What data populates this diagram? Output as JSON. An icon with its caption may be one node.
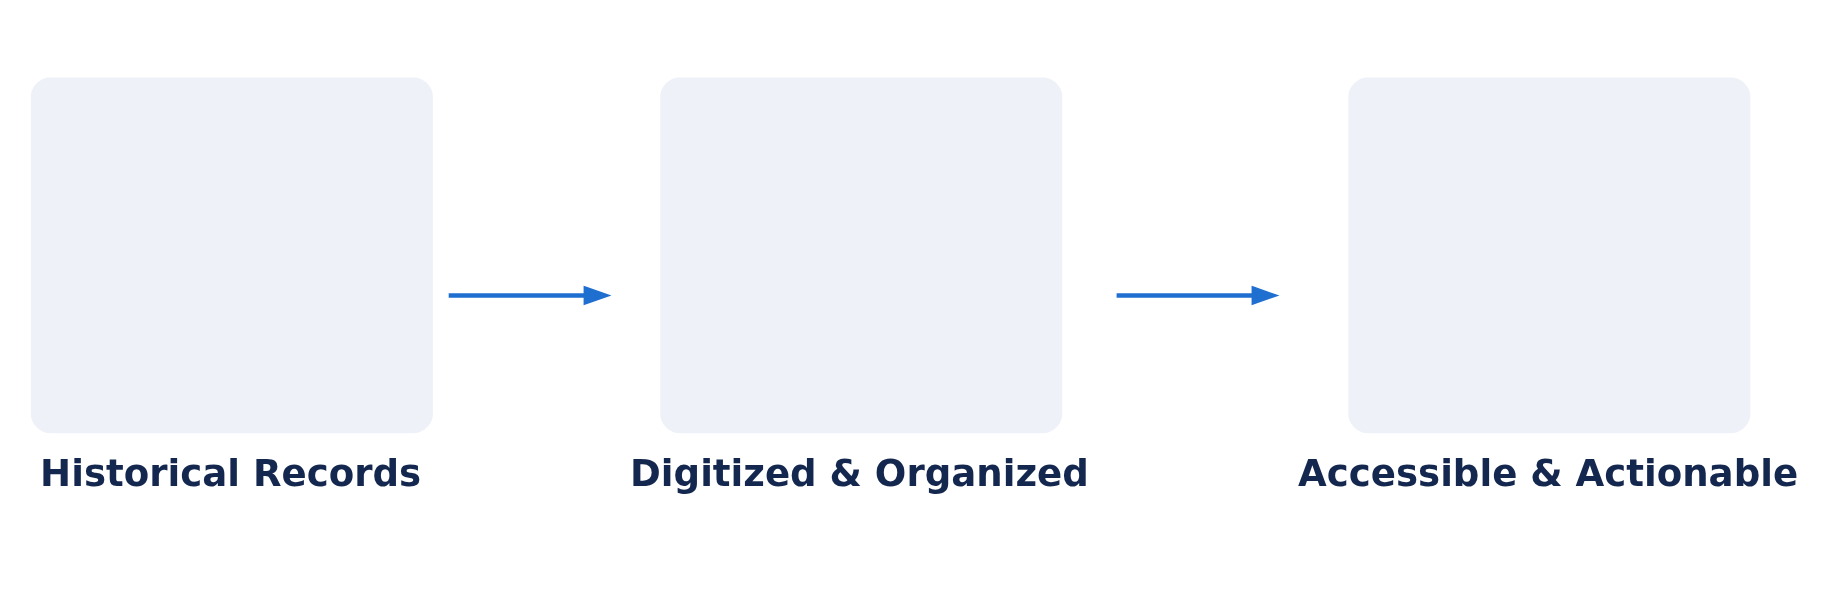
{
  "diagram": {
    "nodes": [
      {
        "text": [
          "Historical Records"
        ]
      },
      {
        "text": [
          "Digitized & Organized"
        ]
      },
      {
        "text": [
          "Accessible & Actionable"
        ]
      }
    ],
    "edges": [
      {
        "from": 0,
        "to": 1,
        "arrow": "to"
      },
      {
        "from": 1,
        "to": 2,
        "arrow": "to"
      }
    ]
  }
}
